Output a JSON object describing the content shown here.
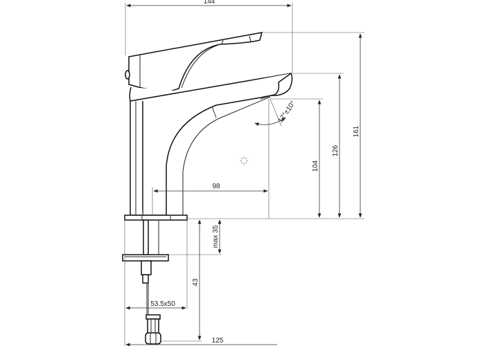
{
  "drawing": {
    "dimensions": {
      "overall_width": "144",
      "overall_height": "161",
      "spout_height": "126",
      "outlet_height": "104",
      "reach": "98",
      "aerator_angle": "17°±10°",
      "max_counter_thickness": "max 35",
      "shank_length": "43",
      "base_size": "53.5x50",
      "hose_length": "125"
    },
    "colors": {
      "line": "#222222",
      "background": "#ffffff"
    }
  }
}
